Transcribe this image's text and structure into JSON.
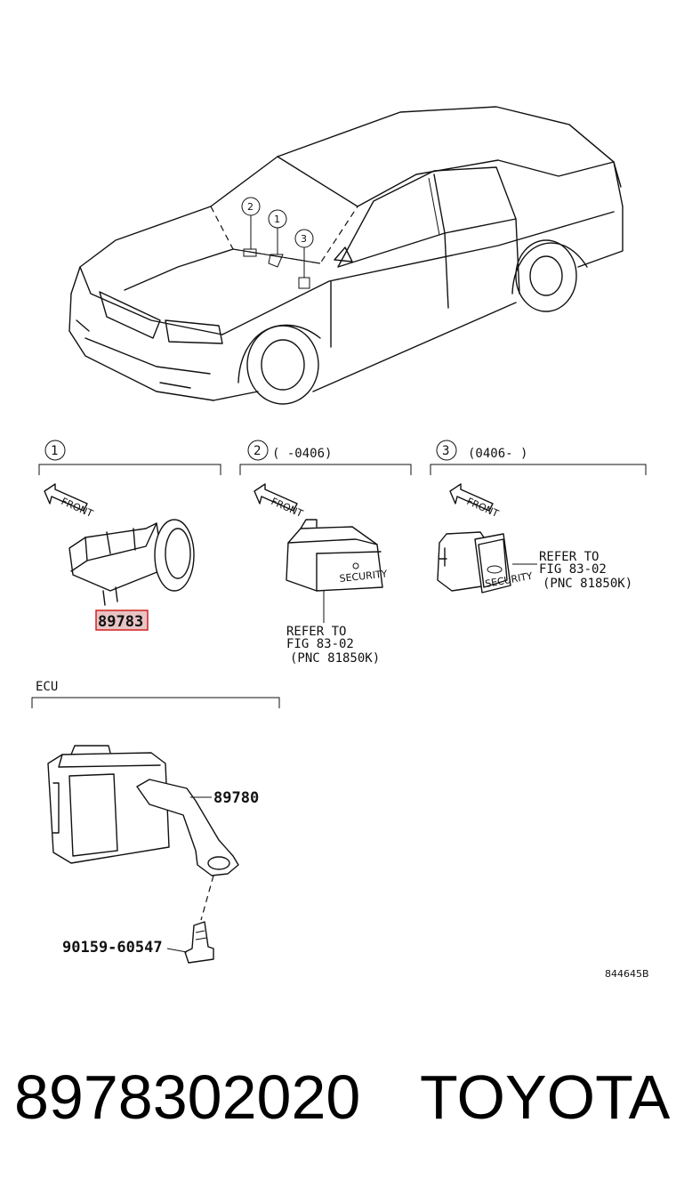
{
  "view1": {
    "callout": "1"
  },
  "view2": {
    "callout": "2",
    "range": "(   -0406)",
    "refer_line1": "REFER TO",
    "refer_line2": "FIG  83-02",
    "refer_line3": "(PNC 81850K)",
    "badge": "SECURITY"
  },
  "view3": {
    "callout": "3",
    "range": "(0406-   )",
    "refer_line1": "REFER TO",
    "refer_line2": "FIG  83-02",
    "refer_line3": "(PNC 81850K)",
    "badge": "SECURITY"
  },
  "front_label": "FRONT",
  "car_callouts": [
    "2",
    "1",
    "3"
  ],
  "ecu": {
    "label": "ECU",
    "part": "89780",
    "bolt": "90159-60547"
  },
  "highlighted_part": "89783",
  "diagram_code": "844645B",
  "footer": {
    "part_number": "8978302020",
    "brand": "TOYOTA"
  },
  "colors": {
    "highlight_fill": "#e8c4c4",
    "highlight_stroke": "#d22020"
  }
}
